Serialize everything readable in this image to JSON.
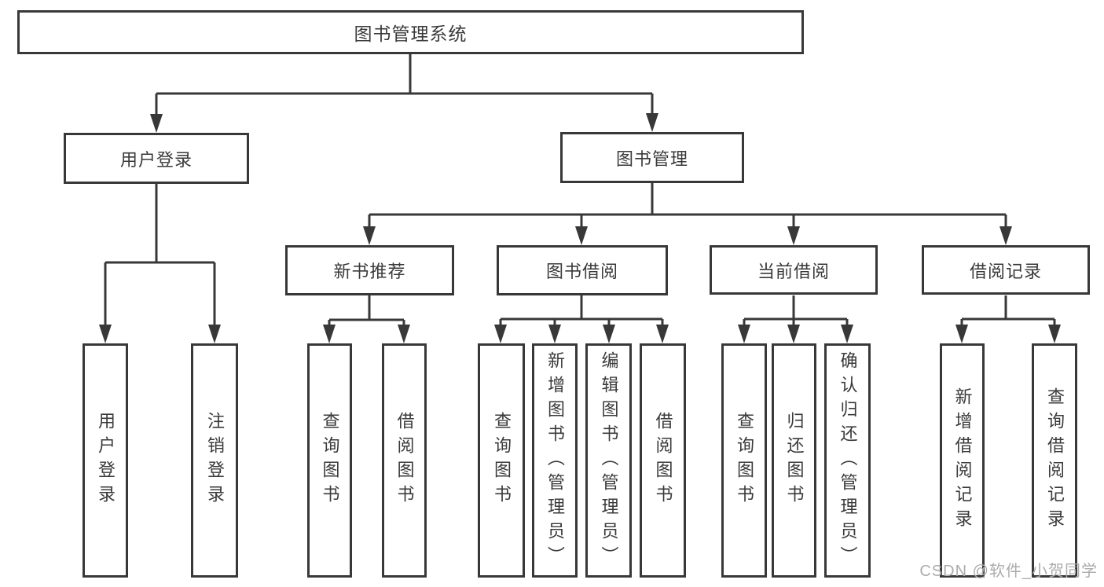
{
  "diagram": {
    "colors": {
      "line": "#383838",
      "box_border": "#383838",
      "box_fill": "#ffffff",
      "text": "#3a3a3a",
      "watermark_text_color": "#acacac"
    },
    "nodes": {
      "root": {
        "label": "图书管理系统"
      },
      "user_login_group": {
        "label": "用户登录"
      },
      "book_management_group": {
        "label": "图书管理"
      },
      "new_book_recommend": {
        "label": "新书推荐"
      },
      "book_borrow": {
        "label": "图书借阅"
      },
      "current_borrow": {
        "label": "当前借阅"
      },
      "borrow_records": {
        "label": "借阅记录"
      },
      "leaves": [
        {
          "label": "用户登录"
        },
        {
          "label": "注销登录"
        },
        {
          "label": "查询图书"
        },
        {
          "label": "借阅图书"
        },
        {
          "label": "查询图书"
        },
        {
          "label": "新增图书（管理员）"
        },
        {
          "label": "编辑图书（管理员）"
        },
        {
          "label": "借阅图书"
        },
        {
          "label": "查询图书"
        },
        {
          "label": "归还图书"
        },
        {
          "label": "确认归还（管理员）"
        },
        {
          "label": "新增借阅记录"
        },
        {
          "label": "查询借阅记录"
        }
      ]
    },
    "watermark": "CSDN @软件_小贺同学"
  }
}
